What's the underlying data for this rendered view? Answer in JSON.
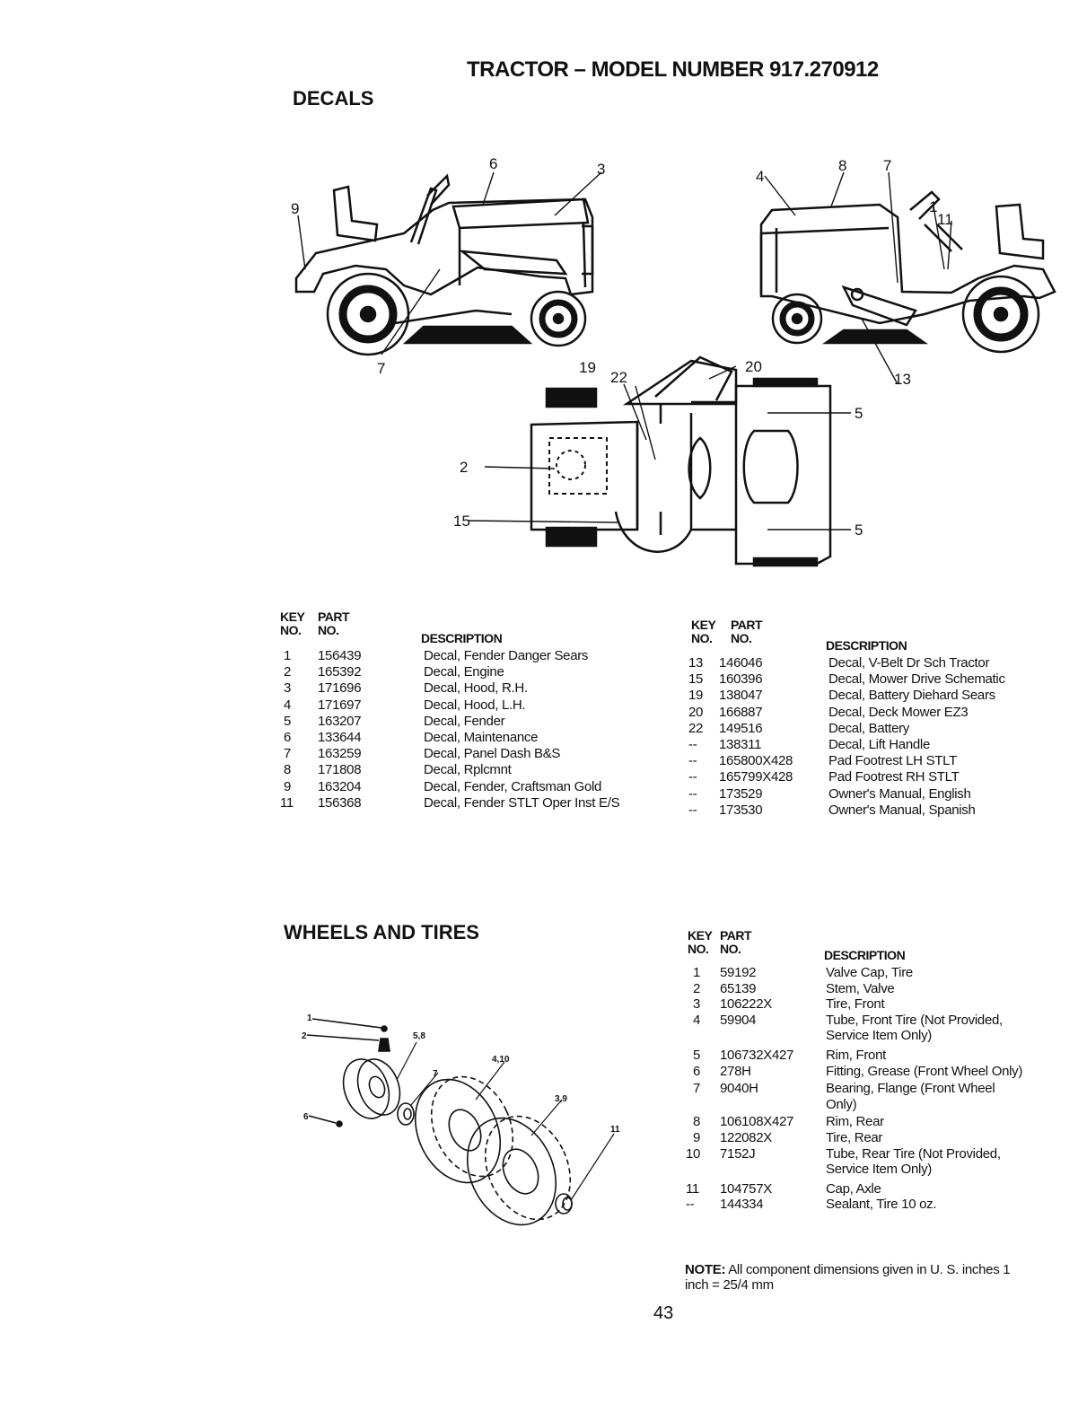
{
  "page_title": "TRACTOR – MODEL NUMBER 917.270912",
  "decals": {
    "heading": "DECALS",
    "callouts": [
      "1",
      "2",
      "3",
      "4",
      "5",
      "5",
      "6",
      "7",
      "7",
      "8",
      "9",
      "11",
      "13",
      "15",
      "19",
      "20",
      "22"
    ],
    "col_headers": {
      "key_top": "KEY",
      "key_bottom": "NO.",
      "part_top": "PART",
      "part_bottom": "NO.",
      "description": "DESCRIPTION"
    },
    "left_rows": [
      {
        "key": "1",
        "part": "156439",
        "description": "Decal, Fender Danger Sears"
      },
      {
        "key": "2",
        "part": "165392",
        "description": "Decal, Engine"
      },
      {
        "key": "3",
        "part": "171696",
        "description": "Decal, Hood, R.H."
      },
      {
        "key": "4",
        "part": "171697",
        "description": "Decal, Hood, L.H."
      },
      {
        "key": "5",
        "part": "163207",
        "description": "Decal, Fender"
      },
      {
        "key": "6",
        "part": "133644",
        "description": "Decal, Maintenance"
      },
      {
        "key": "7",
        "part": "163259",
        "description": "Decal, Panel Dash B&S"
      },
      {
        "key": "8",
        "part": "171808",
        "description": "Decal, Rplcmnt"
      },
      {
        "key": "9",
        "part": "163204",
        "description": "Decal, Fender, Craftsman Gold"
      },
      {
        "key": "11",
        "part": "156368",
        "description": "Decal, Fender STLT Oper Inst E/S"
      }
    ],
    "right_rows": [
      {
        "key": "13",
        "part": "146046",
        "description": "Decal, V-Belt Dr Sch Tractor"
      },
      {
        "key": "15",
        "part": "160396",
        "description": "Decal, Mower Drive Schematic"
      },
      {
        "key": "19",
        "part": "138047",
        "description": "Decal, Battery Diehard Sears"
      },
      {
        "key": "20",
        "part": "166887",
        "description": "Decal, Deck Mower EZ3"
      },
      {
        "key": "22",
        "part": "149516",
        "description": "Decal, Battery"
      },
      {
        "key": "--",
        "part": "138311",
        "description": "Decal, Lift Handle"
      },
      {
        "key": "--",
        "part": "165800X428",
        "description": "Pad Footrest LH STLT"
      },
      {
        "key": "--",
        "part": "165799X428",
        "description": "Pad Footrest RH STLT"
      },
      {
        "key": "--",
        "part": "173529",
        "description": "Owner's Manual, English"
      },
      {
        "key": "--",
        "part": "173530",
        "description": "Owner's Manual, Spanish"
      }
    ]
  },
  "wheels": {
    "heading": "WHEELS AND TIRES",
    "callouts": [
      "1",
      "2",
      "5,8",
      "4,10",
      "7",
      "3,9",
      "11",
      "6"
    ],
    "col_headers": {
      "key_top": "KEY",
      "key_bottom": "NO.",
      "part_top": "PART",
      "part_bottom": "NO.",
      "description": "DESCRIPTION"
    },
    "rows": [
      {
        "key": "1",
        "part": "59192",
        "description": "Valve Cap, Tire"
      },
      {
        "key": "2",
        "part": "65139",
        "description": "Stem, Valve"
      },
      {
        "key": "3",
        "part": "106222X",
        "description": "Tire, Front"
      },
      {
        "key": "4",
        "part": "59904",
        "description": "Tube, Front Tire (Not Provided, Service Item Only)"
      },
      {
        "key": "5",
        "part": "106732X427",
        "description": "Rim, Front"
      },
      {
        "key": "6",
        "part": "278H",
        "description": "Fitting, Grease (Front Wheel Only)"
      },
      {
        "key": "7",
        "part": "9040H",
        "description": "Bearing, Flange (Front Wheel Only)"
      },
      {
        "key": "8",
        "part": "106108X427",
        "description": "Rim, Rear"
      },
      {
        "key": "9",
        "part": "122082X",
        "description": "Tire, Rear"
      },
      {
        "key": "10",
        "part": "7152J",
        "description": "Tube, Rear Tire (Not Provided, Service Item Only)"
      },
      {
        "key": "11",
        "part": "104757X",
        "description": "Cap, Axle"
      },
      {
        "key": "--",
        "part": "144334",
        "description": "Sealant, Tire 10 oz."
      }
    ],
    "note_label": "NOTE:",
    "note_text": "All component dimensions given in U. S. inches 1 inch = 25/4 mm"
  },
  "page_number": "43"
}
